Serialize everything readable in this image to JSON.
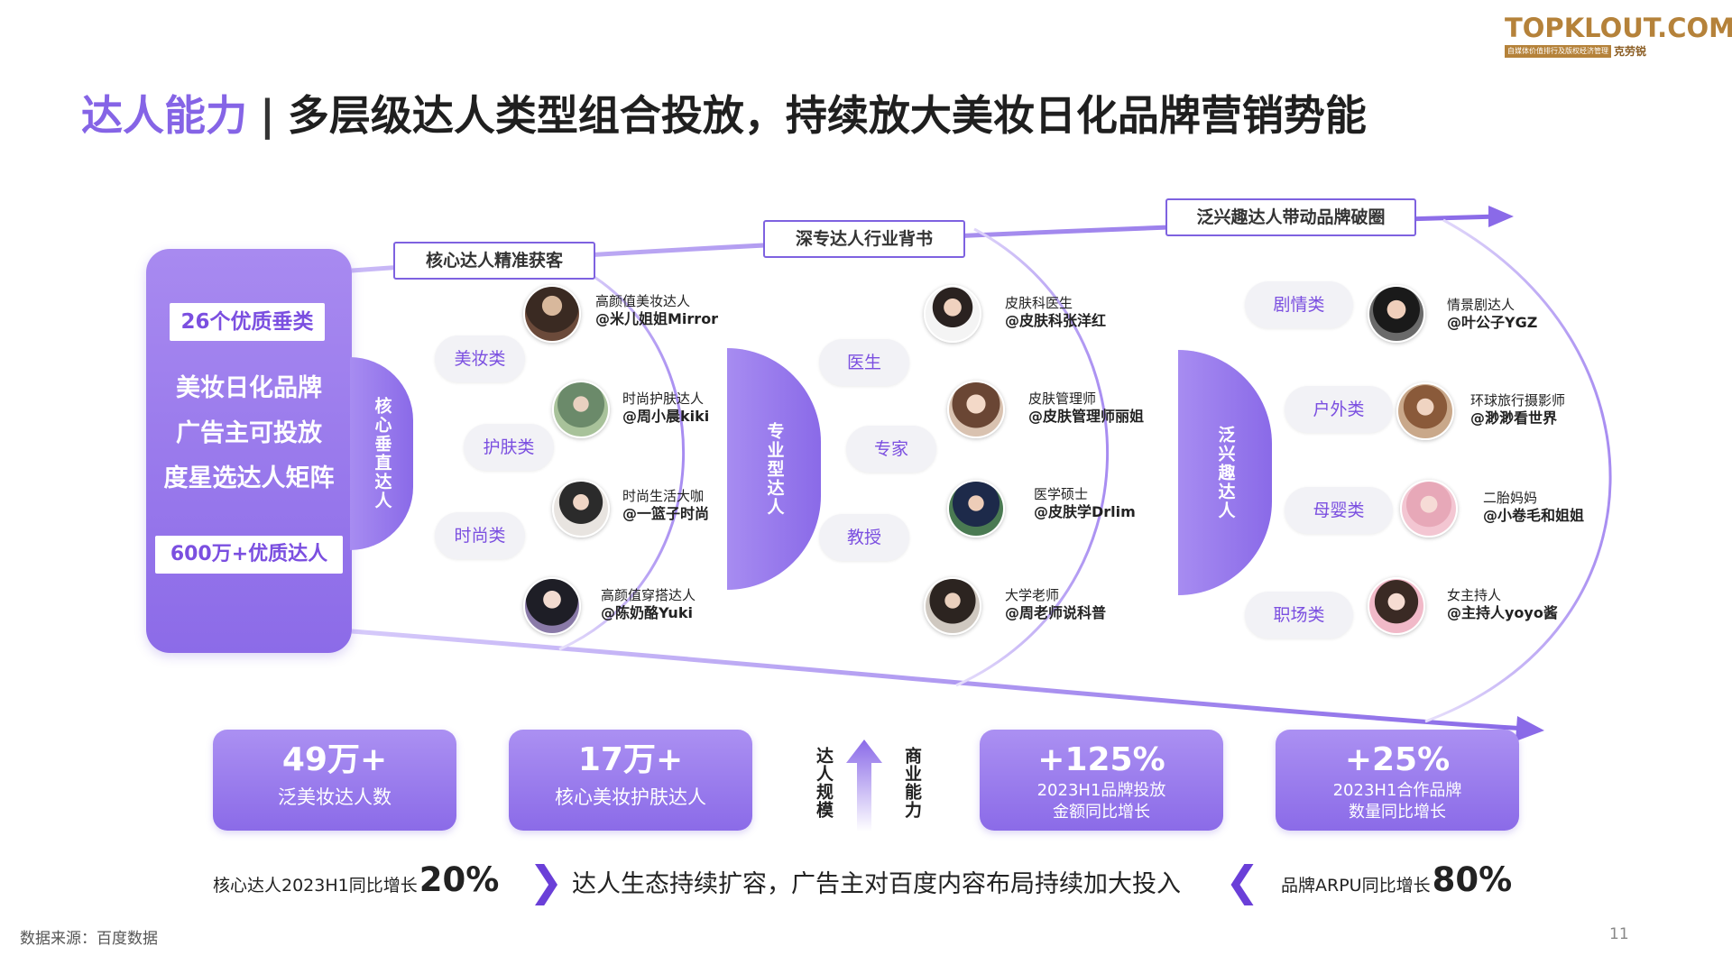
{
  "logo": {
    "main": "TOPKLOUT.COM",
    "tagline": "自媒体价值排行及版权经济管理",
    "cn_name": "克劳锐"
  },
  "title": {
    "highlight": "达人能力",
    "separator": "|",
    "text": "多层级达人类型组合投放，持续放大美妆日化品牌营销势能"
  },
  "left_panel": {
    "tag_top": "26个优质垂类",
    "lines": [
      "美妆日化品牌",
      "广告主可投放",
      "度星选达人矩阵"
    ],
    "tag_bottom": "600万+优质达人"
  },
  "labels": {
    "core": "核心达人精准获客",
    "expert": "深专达人行业背书",
    "general": "泛兴趣达人带动品牌破圈"
  },
  "layers": {
    "core": "核心垂直达人",
    "expert": "专业型达人",
    "general": "泛兴趣达人"
  },
  "core_categories": [
    "美妆类",
    "护肤类",
    "时尚类"
  ],
  "core_influencers": [
    {
      "role": "高颜值美妆达人",
      "handle": "@米儿姐姐Mirror"
    },
    {
      "role": "时尚护肤达人",
      "handle": "@周小晨kiki"
    },
    {
      "role": "时尚生活大咖",
      "handle": "@一篮子时尚"
    },
    {
      "role": "高颜值穿搭达人",
      "handle": "@陈奶酪Yuki"
    }
  ],
  "expert_categories": [
    "医生",
    "专家",
    "教授"
  ],
  "expert_influencers": [
    {
      "role": "皮肤科医生",
      "handle": "@皮肤科张洋红"
    },
    {
      "role": "皮肤管理师",
      "handle": "@皮肤管理师丽姐"
    },
    {
      "role": "医学硕士",
      "handle": "@皮肤学Drlim"
    },
    {
      "role": "大学老师",
      "handle": "@周老师说科普"
    }
  ],
  "general_categories": [
    "剧情类",
    "户外类",
    "母婴类",
    "职场类"
  ],
  "general_influencers": [
    {
      "role": "情景剧达人",
      "handle": "@叶公子YGZ"
    },
    {
      "role": "环球旅行摄影师",
      "handle": "@渺渺看世界"
    },
    {
      "role": "二胎妈妈",
      "handle": "@小卷毛和姐姐"
    },
    {
      "role": "女主持人",
      "handle": "@主持人yoyo酱"
    }
  ],
  "stats": [
    {
      "value": "49万+",
      "label": "泛美妆达人数"
    },
    {
      "value": "17万+",
      "label": "核心美妆护肤达人"
    },
    {
      "value": "+125%",
      "label_line1": "2023H1品牌投放",
      "label_line2": "金额同比增长"
    },
    {
      "value": "+25%",
      "label_line1": "2023H1合作品牌",
      "label_line2": "数量同比增长"
    }
  ],
  "axis_labels": {
    "left": "达人规模",
    "right": "商业能力"
  },
  "bottom": {
    "left_text": "核心达人2023H1同比增长",
    "left_value": "20%",
    "middle": "达人生态持续扩容，广告主对百度内容布局持续加大投入",
    "right_text": "品牌ARPU同比增长",
    "right_value": "80%"
  },
  "source": "数据来源：百度数据",
  "page_number": "11",
  "colors": {
    "accent": "#8564e6",
    "dark_purple": "#6a3fd8",
    "logo_gold": "#b5823a"
  }
}
